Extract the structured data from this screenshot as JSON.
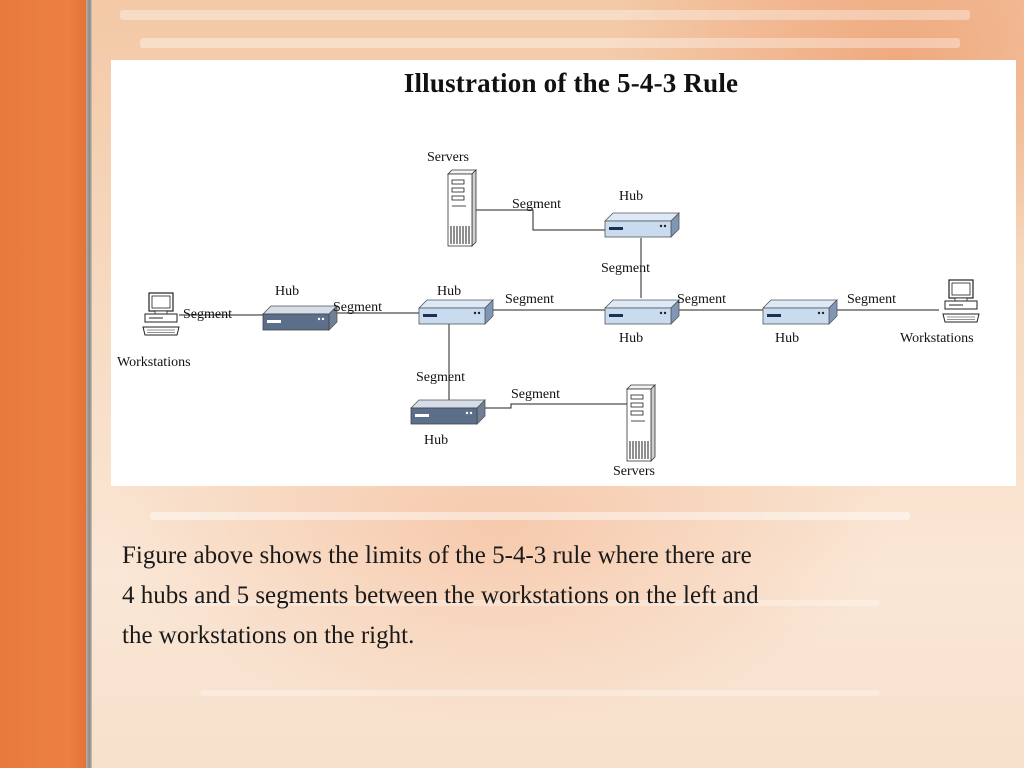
{
  "slide": {
    "title": "Illustration of the 5-4-3 Rule",
    "caption_lines": [
      "Figure above shows the limits of the 5-4-3 rule where there are",
      "4 hubs and 5 segments between the workstations on the left and",
      "the workstations on the right."
    ]
  },
  "diagram": {
    "labels": {
      "servers_top": "Servers",
      "servers_bottom": "Servers",
      "workstations_left": "Workstations",
      "workstations_right": "Workstations",
      "hub": "Hub",
      "segment": "Segment"
    },
    "icons": {
      "hub": "hub-icon",
      "server": "server-icon",
      "workstation": "workstation-icon"
    }
  },
  "colors": {
    "sidebar": "#ec7f42",
    "hub_top": "#cfe0f2",
    "hub_front": "#4b6f9a",
    "line": "#222222"
  }
}
